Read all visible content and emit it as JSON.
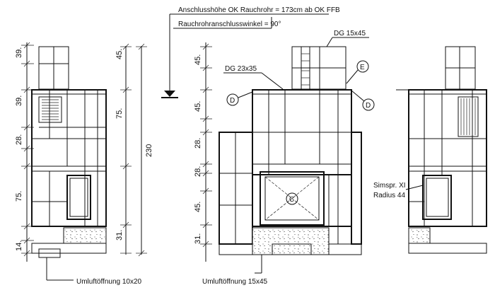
{
  "annotations": {
    "connection_height": "Anschlusshöhe OK Rauchrohr = 173cm ab OK FFB",
    "connection_angle": "Rauchrohranschlusswinkel = 90°",
    "dg_15x45": "DG 15x45",
    "dg_23x35": "DG 23x35",
    "simspr": "Simspr. XI",
    "radius": "Radius 44",
    "umluft_left": "Umluftöffnung 10x20",
    "umluft_mid": "Umluftöffnung 15x45"
  },
  "markers": {
    "d1": "D",
    "d2": "D",
    "e": "E",
    "c": "C"
  },
  "dimensions": {
    "left": [
      "39.",
      "39.",
      "28.",
      "75.",
      "14."
    ],
    "left_inner": [
      "45.",
      "75.",
      "31."
    ],
    "total": "230",
    "mid": [
      "45.",
      "45.",
      "28.",
      "28.",
      "45.",
      "31."
    ]
  }
}
